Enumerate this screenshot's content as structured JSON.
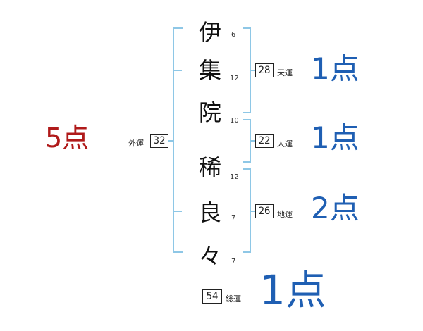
{
  "colors": {
    "bracket": "#8ec7e6",
    "score_blue": "#1f5fb3",
    "score_red": "#b01a1a"
  },
  "name": {
    "chars": [
      {
        "char": "伊",
        "strokes": "6"
      },
      {
        "char": "集",
        "strokes": "12"
      },
      {
        "char": "院",
        "strokes": "10"
      },
      {
        "char": "稀",
        "strokes": "12"
      },
      {
        "char": "良",
        "strokes": "7"
      },
      {
        "char": "々",
        "strokes": "7"
      }
    ]
  },
  "fortunes": {
    "gaiun": {
      "label": "外運",
      "value": "32",
      "score": "5点"
    },
    "tenun": {
      "label": "天運",
      "value": "28",
      "score": "1点"
    },
    "jinun": {
      "label": "人運",
      "value": "22",
      "score": "1点"
    },
    "chiun": {
      "label": "地運",
      "value": "26",
      "score": "2点"
    },
    "souun": {
      "label": "総運",
      "value": "54",
      "score": "1点"
    }
  }
}
